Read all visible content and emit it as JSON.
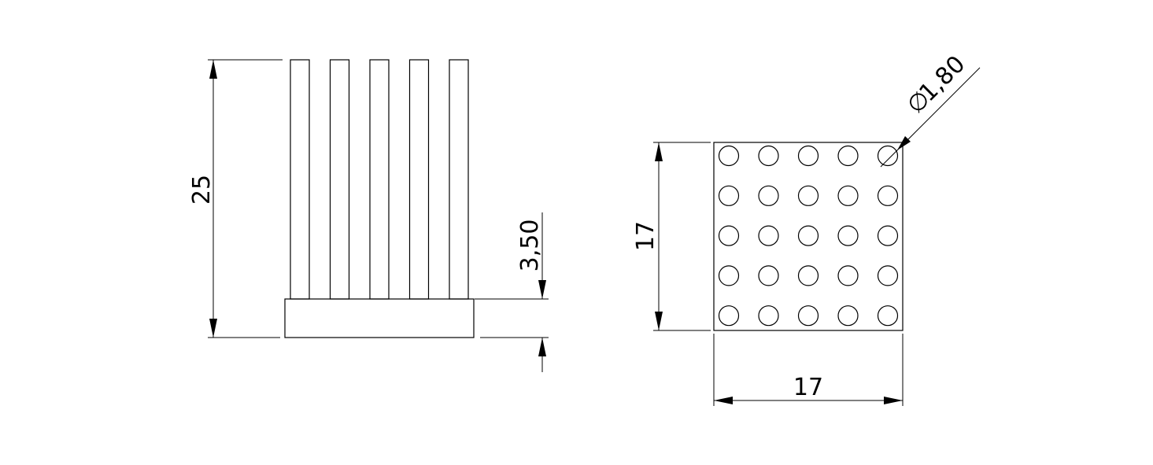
{
  "drawing": {
    "side_view": {
      "fin_count": 5,
      "dim_total_height": "25",
      "dim_base_height": "3,50"
    },
    "top_view": {
      "pin_rows": 5,
      "pin_cols": 5,
      "dim_height": "17",
      "dim_width": "17",
      "dim_pin_diameter": "1,80",
      "diameter_symbol": "∅"
    },
    "line_color": "#000000",
    "background_color": "#ffffff"
  }
}
